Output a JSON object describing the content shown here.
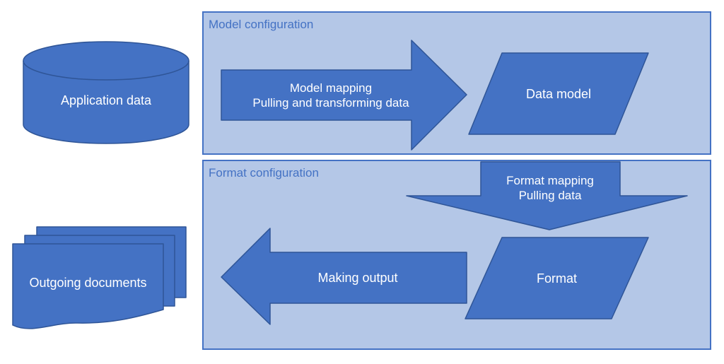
{
  "colors": {
    "background": "#ffffff",
    "shape_fill": "#4472c4",
    "shape_border": "#2f5597",
    "shape_text": "#ffffff",
    "container_fill": "#b4c7e7",
    "container_border": "#4472c4",
    "container_label": "#4472c4"
  },
  "containers": {
    "model_configuration": {
      "label": "Model configuration"
    },
    "format_configuration": {
      "label": "Format configuration"
    }
  },
  "nodes": {
    "application_data": {
      "label": "Application data",
      "shape": "cylinder"
    },
    "data_model": {
      "label": "Data model",
      "shape": "parallelogram"
    },
    "format": {
      "label": "Format",
      "shape": "parallelogram"
    },
    "outgoing_documents": {
      "label": "Outgoing documents",
      "shape": "multi-document"
    }
  },
  "arrows": {
    "model_mapping": {
      "label": "Model mapping\nPulling and transforming data",
      "direction": "right"
    },
    "format_mapping": {
      "label": "Format mapping\nPulling data",
      "direction": "down"
    },
    "making_output": {
      "label": "Making output",
      "direction": "left"
    }
  }
}
